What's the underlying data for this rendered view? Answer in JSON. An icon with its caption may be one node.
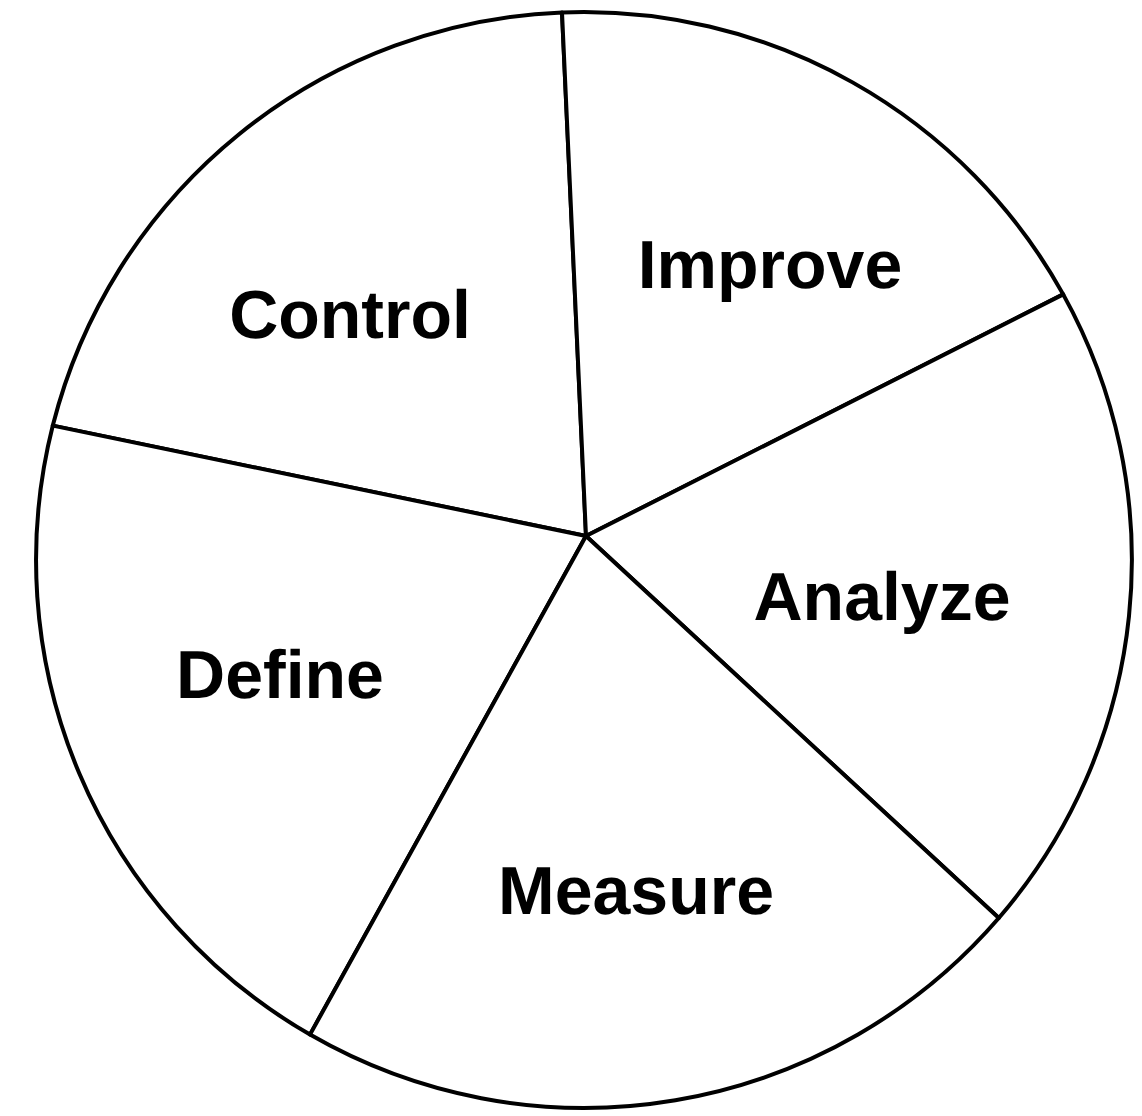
{
  "diagram": {
    "nodes": [
      {
        "text": [
          "Control"
        ]
      },
      {
        "text": [
          "Improve"
        ]
      },
      {
        "text": [
          "Analyze"
        ]
      },
      {
        "text": [
          "Define"
        ]
      },
      {
        "text": [
          "Measure"
        ]
      }
    ]
  }
}
